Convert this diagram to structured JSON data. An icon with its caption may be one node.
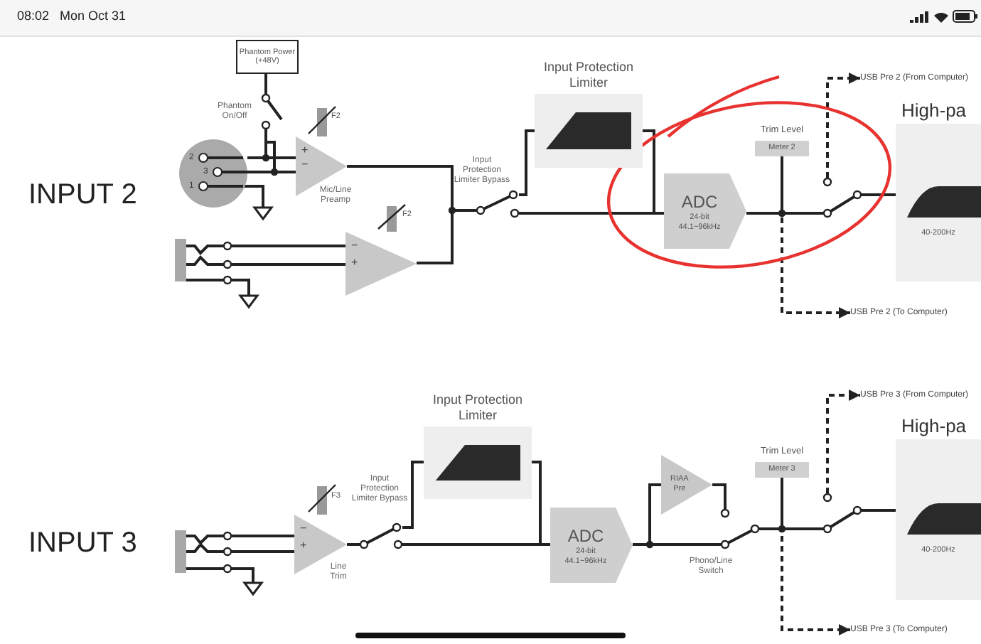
{
  "diagram": {
    "nodes": [
      {
        "text": [
          "Phantom Power (+48V)"
        ]
      },
      {
        "text": [],
        "shape": "switch",
        "beside": [
          "Phantom On/Off"
        ]
      },
      {
        "text": [
          "2",
          "3",
          "1"
        ]
      },
      {
        "text": [
          "+",
          "−"
        ],
        "beside": [
          "Mic/Line Preamp"
        ]
      },
      {
        "text": [],
        "shape": "bar"
      },
      {
        "text": [
          "−",
          "+"
        ]
      },
      {
        "text": [],
        "shape": "switch",
        "beside": [
          "Input Protection Limiter Bypass"
        ]
      },
      {
        "text": [
          "Input Protection Limiter"
        ]
      },
      {
        "text": [
          "ADC",
          "24-bit",
          "44.1~96kHz"
        ]
      },
      {
        "text": [
          "Trim Level",
          "Meter 2"
        ]
      },
      {
        "text": [],
        "shape": "switch"
      },
      {
        "text": [
          "High-pa",
          "40-200Hz"
        ]
      },
      {
        "text": [
          "USB Pre 2 (From Computer)"
        ]
      },
      {
        "text": [
          "USB Pre 2 (To Computer)"
        ]
      },
      {
        "text": [],
        "shape": "bar"
      },
      {
        "text": [
          "−",
          "+"
        ],
        "beside": [
          "Line Trim"
        ]
      },
      {
        "text": [],
        "shape": "switch",
        "beside": [
          "Input Protection Limiter Bypass"
        ]
      },
      {
        "text": [
          "Input Protection Limiter"
        ]
      },
      {
        "text": [
          "ADC",
          "24-bit",
          "44.1~96kHz"
        ]
      },
      {
        "text": [
          "RIAA Pre"
        ]
      },
      {
        "text": [],
        "shape": "switch",
        "beside": [
          "Phono/Line Switch"
        ]
      },
      {
        "text": [
          "Trim Level",
          "Meter 3"
        ]
      },
      {
        "text": [],
        "shape": "switch"
      },
      {
        "text": [
          "High-pa",
          "40-200Hz"
        ]
      },
      {
        "text": [
          "USB Pre 3 (From Computer)"
        ]
      },
      {
        "text": [
          "USB Pre 3 (To Computer)"
        ]
      }
    ],
    "edges": [
      {
        "from": 0,
        "to": 1,
        "arrow": "none"
      },
      {
        "from": 1,
        "to": 3,
        "arrow": "none"
      },
      {
        "from": 2,
        "to": 3,
        "arrow": "none"
      },
      {
        "from": 3,
        "to": 6,
        "arrow": "none"
      },
      {
        "from": 4,
        "to": 5,
        "arrow": "none"
      },
      {
        "from": 5,
        "to": 6,
        "arrow": "none"
      },
      {
        "from": 6,
        "to": 7,
        "arrow": "none"
      },
      {
        "from": 6,
        "to": 8,
        "arrow": "none"
      },
      {
        "from": 7,
        "to": 8,
        "arrow": "none"
      },
      {
        "from": 8,
        "to": 9,
        "arrow": "none"
      },
      {
        "from": 8,
        "to": 10,
        "arrow": "none"
      },
      {
        "from": 8,
        "to": 13,
        "arrow": "to",
        "style": "dashed"
      },
      {
        "from": 10,
        "to": 12,
        "arrow": "to",
        "style": "dashed"
      },
      {
        "from": 10,
        "to": 11,
        "arrow": "none"
      },
      {
        "from": 14,
        "to": 15,
        "arrow": "none"
      },
      {
        "from": 15,
        "to": 16,
        "arrow": "none"
      },
      {
        "from": 16,
        "to": 17,
        "arrow": "none"
      },
      {
        "from": 16,
        "to": 18,
        "arrow": "none"
      },
      {
        "from": 17,
        "to": 18,
        "arrow": "none"
      },
      {
        "from": 18,
        "to": 19,
        "arrow": "none"
      },
      {
        "from": 18,
        "to": 20,
        "arrow": "none"
      },
      {
        "from": 19,
        "to": 20,
        "arrow": "none"
      },
      {
        "from": 20,
        "to": 21,
        "arrow": "none"
      },
      {
        "from": 20,
        "to": 22,
        "arrow": "none"
      },
      {
        "from": 20,
        "to": 25,
        "arrow": "to",
        "style": "dashed"
      },
      {
        "from": 22,
        "to": 24,
        "arrow": "to",
        "style": "dashed"
      },
      {
        "from": 22,
        "to": 23,
        "arrow": "none"
      }
    ],
    "labels": [
      "08:02",
      "Mon Oct 31",
      "INPUT 2",
      "F2",
      "F2",
      "INPUT 3",
      "F3"
    ]
  }
}
